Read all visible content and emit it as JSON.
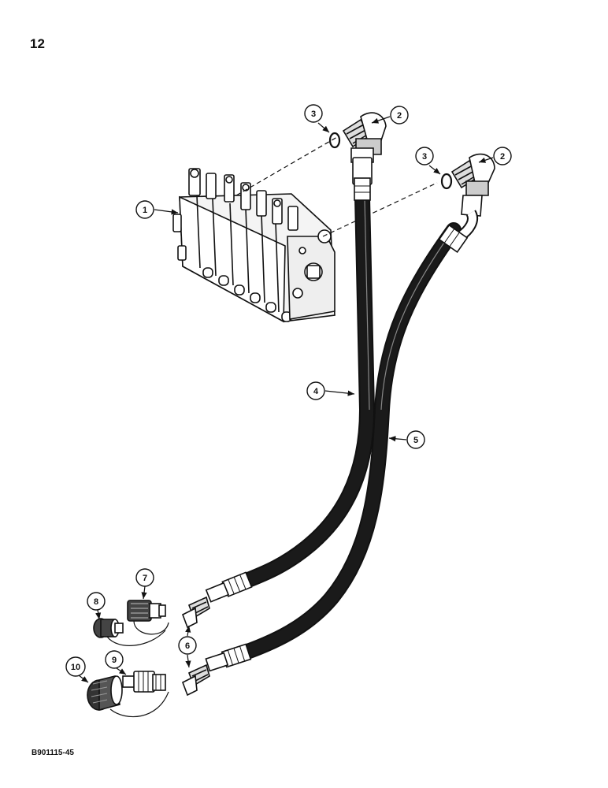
{
  "page": {
    "number": "12",
    "figure_code": "B901115-45"
  },
  "colors": {
    "ink": "#111111",
    "paper": "#ffffff",
    "hose": "#1a1a1a"
  },
  "callouts": [
    {
      "id": "c1",
      "label": "1",
      "part": "control-valve"
    },
    {
      "id": "c2a",
      "label": "2",
      "part": "elbow-fitting"
    },
    {
      "id": "c2b",
      "label": "2",
      "part": "elbow-fitting"
    },
    {
      "id": "c3a",
      "label": "3",
      "part": "o-ring"
    },
    {
      "id": "c3b",
      "label": "3",
      "part": "o-ring"
    },
    {
      "id": "c4",
      "label": "4",
      "part": "hose"
    },
    {
      "id": "c5",
      "label": "5",
      "part": "hose"
    },
    {
      "id": "c6",
      "label": "6",
      "part": "elbow-adapter"
    },
    {
      "id": "c7",
      "label": "7",
      "part": "quick-coupler-female"
    },
    {
      "id": "c8",
      "label": "8",
      "part": "dust-plug"
    },
    {
      "id": "c9",
      "label": "9",
      "part": "quick-coupler-male"
    },
    {
      "id": "c10",
      "label": "10",
      "part": "dust-cap"
    }
  ]
}
